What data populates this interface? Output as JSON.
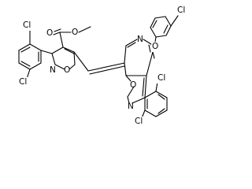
{
  "atoms": {
    "cl_top_left": "Cl",
    "cl_low_left": "Cl",
    "o_ester_carbonyl": "O",
    "o_ester_methoxy": "O",
    "o_isoxazole_a": "O",
    "n_isoxazole_a": "N",
    "n_pyridine": "N",
    "o_ether": "O",
    "cl_ether_ring": "Cl",
    "cl_right_top": "Cl",
    "o_isoxazole_b": "O",
    "n_isoxazole_b": "N",
    "cl_right_low": "Cl"
  }
}
